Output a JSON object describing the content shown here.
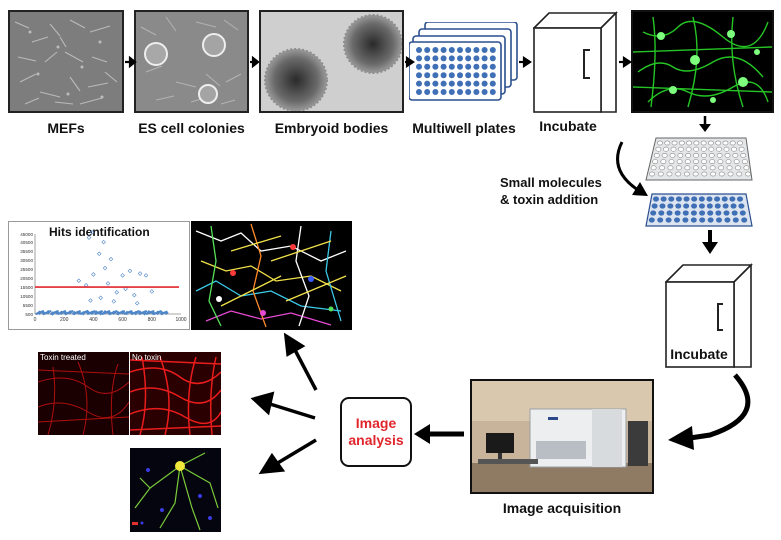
{
  "steps": {
    "mefs": "MEFs",
    "es_colonies": "ES cell colonies",
    "embryoid_bodies": "Embryoid bodies",
    "multiwell_plates": "Multiwell plates",
    "incubate_top": "Incubate",
    "small_molecules_line1": "Small molecules",
    "small_molecules_line2": "& toxin addition",
    "incubate_right": "Incubate",
    "image_acquisition": "Image acquisition",
    "image_analysis_line1": "Image",
    "image_analysis_line2": "analysis"
  },
  "hits_chart": {
    "title": "Hits identification",
    "y_ticks": [
      "45000",
      "40500",
      "35500",
      "30500",
      "25500",
      "20500",
      "15500",
      "10500",
      "5500",
      "500"
    ],
    "x_ticks": [
      "0",
      "200",
      "400",
      "600",
      "800",
      "1000"
    ]
  },
  "panels": {
    "toxin_treated": "Toxin treated",
    "no_toxin": "No toxin"
  },
  "chart_data": {
    "type": "scatter",
    "title": "Hits identification",
    "xlabel": "",
    "ylabel": "",
    "xlim": [
      0,
      1000
    ],
    "ylim": [
      500,
      45000
    ],
    "threshold": 15500,
    "series": [
      {
        "points": [
          [
            30,
            1200
          ],
          [
            60,
            900
          ],
          [
            90,
            1500
          ],
          [
            120,
            800
          ],
          [
            150,
            1300
          ],
          [
            180,
            1100
          ],
          [
            210,
            900
          ],
          [
            240,
            1400
          ],
          [
            270,
            1000
          ],
          [
            300,
            1200
          ],
          [
            330,
            900
          ],
          [
            360,
            1600
          ],
          [
            390,
            1100
          ],
          [
            420,
            1300
          ],
          [
            450,
            900
          ],
          [
            480,
            1500
          ],
          [
            510,
            1000
          ],
          [
            540,
            1200
          ],
          [
            570,
            900
          ],
          [
            600,
            1400
          ],
          [
            630,
            1100
          ],
          [
            660,
            1300
          ],
          [
            690,
            1000
          ],
          [
            720,
            1200
          ],
          [
            750,
            900
          ],
          [
            780,
            1500
          ],
          [
            810,
            1000
          ],
          [
            840,
            1100
          ],
          [
            870,
            900
          ],
          [
            900,
            1200
          ],
          [
            370,
            43000
          ],
          [
            390,
            46000
          ],
          [
            470,
            40500
          ],
          [
            440,
            34000
          ],
          [
            520,
            31000
          ],
          [
            480,
            26000
          ],
          [
            400,
            22500
          ],
          [
            600,
            22000
          ],
          [
            650,
            24500
          ],
          [
            720,
            23000
          ],
          [
            760,
            22000
          ],
          [
            300,
            19000
          ],
          [
            350,
            16500
          ],
          [
            500,
            17500
          ],
          [
            560,
            12500
          ],
          [
            620,
            14500
          ],
          [
            680,
            11000
          ],
          [
            800,
            13000
          ],
          [
            450,
            9500
          ],
          [
            380,
            8000
          ],
          [
            540,
            7500
          ],
          [
            700,
            6500
          ]
        ]
      }
    ]
  },
  "colors": {
    "arrow": "#000000",
    "threshold_line": "#e0262c",
    "dot": "#4e86c7",
    "analysis_text": "#e0262c",
    "well": "#3f6fb5",
    "neuron_green": "#2ce82c"
  }
}
